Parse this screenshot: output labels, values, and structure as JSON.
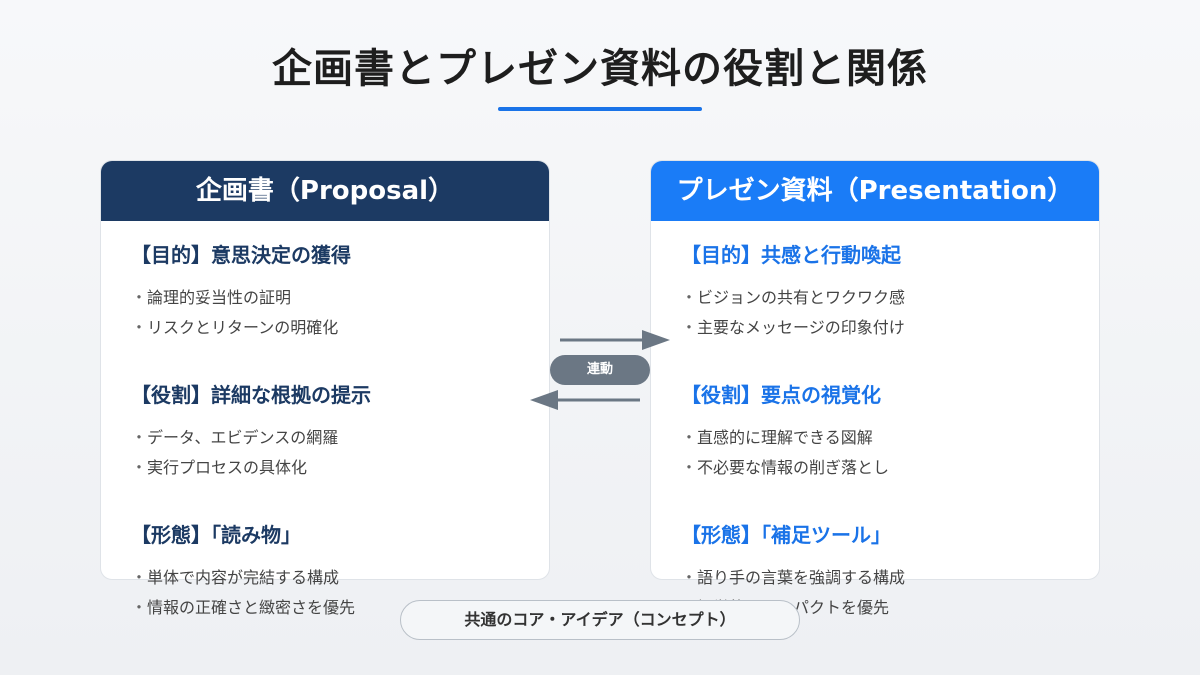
{
  "title": "企画書とプレゼン資料の役割と関係",
  "colors": {
    "accent": "#1a73e8",
    "proposal_header": "#1c3a63",
    "presentation_header": "#1a7cf7",
    "link": "#6b7784"
  },
  "proposal": {
    "heading": "企画書（Proposal）",
    "sections": [
      {
        "title": "【目的】意思決定の獲得",
        "items": [
          "論理的妥当性の証明",
          "リスクとリターンの明確化"
        ]
      },
      {
        "title": "【役割】詳細な根拠の提示",
        "items": [
          "データ、エビデンスの網羅",
          "実行プロセスの具体化"
        ]
      },
      {
        "title": "【形態】「読み物」",
        "items": [
          "単体で内容が完結する構成",
          "情報の正確さと緻密さを優先"
        ]
      }
    ]
  },
  "presentation": {
    "heading": "プレゼン資料（Presentation）",
    "sections": [
      {
        "title": "【目的】共感と行動喚起",
        "items": [
          "ビジョンの共有とワクワク感",
          "主要なメッセージの印象付け"
        ]
      },
      {
        "title": "【役割】要点の視覚化",
        "items": [
          "直感的に理解できる図解",
          "不必要な情報の削ぎ落とし"
        ]
      },
      {
        "title": "【形態】「補足ツール」",
        "items": [
          "語り手の言葉を強調する構成",
          "視覚的なインパクトを優先"
        ]
      }
    ]
  },
  "link_label": "連動",
  "core_label": "共通のコア・アイデア（コンセプト）"
}
